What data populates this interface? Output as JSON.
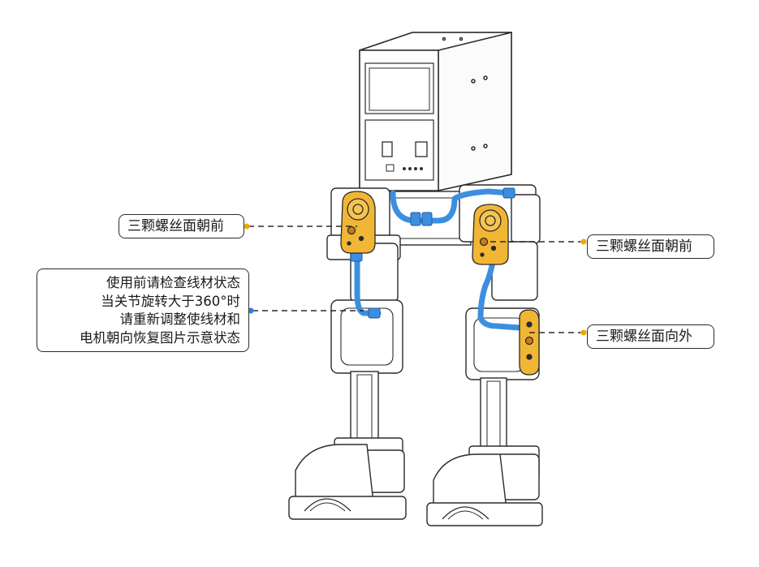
{
  "callouts": {
    "left_top": "三颗螺丝面朝前",
    "right_top": "三颗螺丝面朝前",
    "right_bottom": "三颗螺丝面向外"
  },
  "note": {
    "lines": [
      "使用前请检查线材状态",
      "当关节旋转大于360°时",
      "请重新调整使线材和",
      "电机朝向恢复图片示意状态"
    ]
  },
  "colors": {
    "servo_yellow": "#f2b635",
    "cable_blue": "#3c8fe0",
    "outline": "#2b2b2b",
    "marker_dot_yellow": "#f0a800",
    "marker_dot_blue": "#2f7fe0"
  }
}
